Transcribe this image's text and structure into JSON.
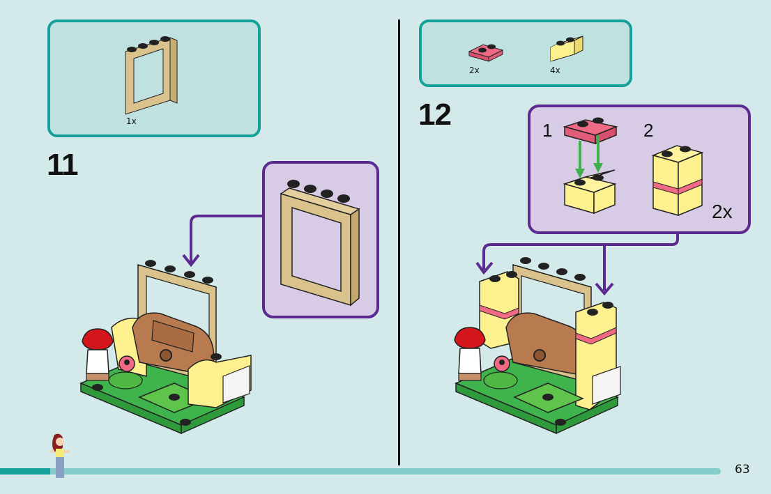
{
  "page": {
    "number": "63",
    "progress_percent": 7,
    "colors": {
      "background": "#d4e9ea",
      "parts_box_border": "#16a09a",
      "parts_box_fill": "#bfe2e1",
      "callout_border": "#5b2b8f",
      "callout_fill": "#d8cbe6",
      "progress_fill": "#16a09a",
      "progress_track": "#86cccb"
    }
  },
  "steps": [
    {
      "number": "11",
      "parts": [
        {
          "name": "tan-window-frame-1x4x4",
          "color": "#d9c28b",
          "quantity": "1x"
        }
      ],
      "callout": {
        "content": "tan-window-frame"
      }
    },
    {
      "number": "12",
      "parts": [
        {
          "name": "pink-plate-1x2",
          "color": "#f06a86",
          "quantity": "2x"
        },
        {
          "name": "yellow-brick-1x2",
          "color": "#fdf08e",
          "quantity": "4x"
        }
      ],
      "callout": {
        "substeps": [
          {
            "number": "1"
          },
          {
            "number": "2"
          }
        ],
        "multiplier": "2x"
      }
    }
  ]
}
